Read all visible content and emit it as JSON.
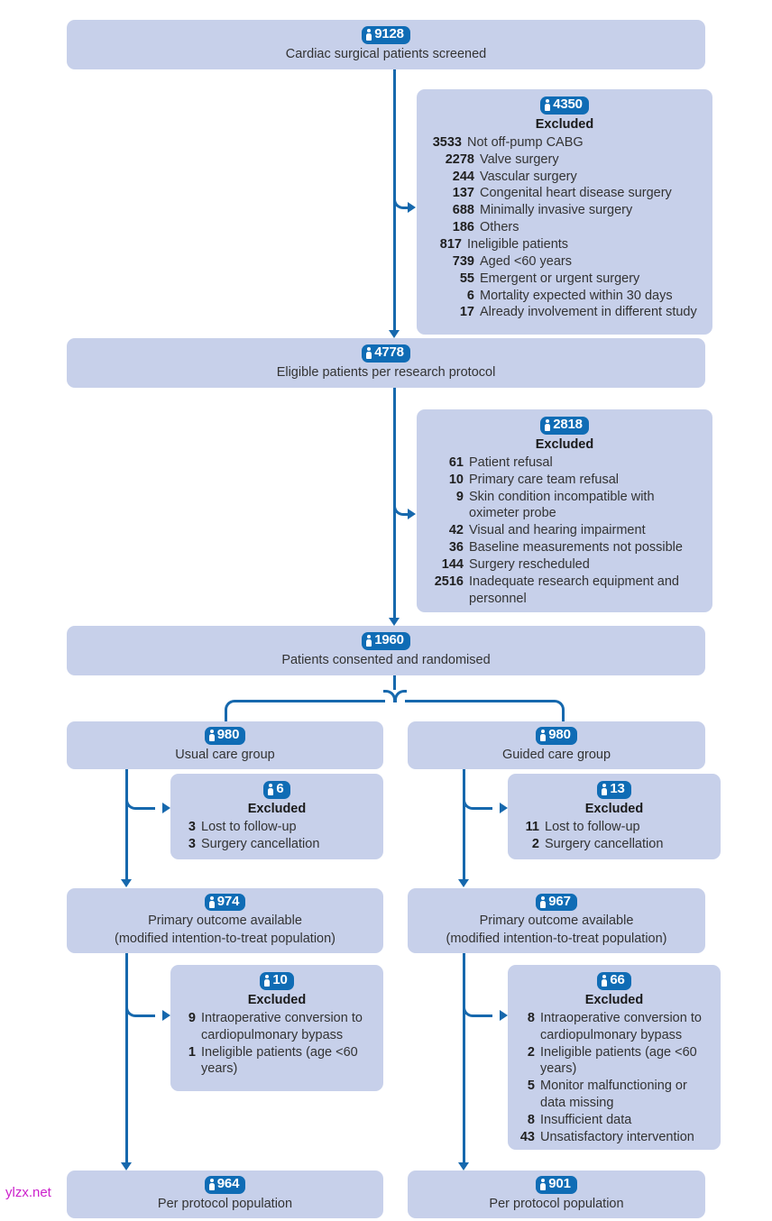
{
  "diagram": {
    "type": "consort-flow-diagram",
    "icon_name": "person-icon",
    "accent_color": "#0f6cb5",
    "connector_color": "#1668ad",
    "box_fill": "#c7d0ea",
    "text_color": "#333333",
    "excluded_label": "Excluded"
  },
  "nodes": {
    "screened": {
      "count": "9128",
      "title": "Cardiac surgical patients screened"
    },
    "eligible": {
      "count": "4778",
      "title": "Eligible patients per research protocol"
    },
    "randomised": {
      "count": "1960",
      "title": "Patients consented and randomised"
    },
    "usual_group": {
      "count": "980",
      "title": "Usual care group"
    },
    "guided_group": {
      "count": "980",
      "title": "Guided care group"
    },
    "usual_primary": {
      "count": "974",
      "title": "Primary outcome available\n(modified intention-to-treat population)"
    },
    "guided_primary": {
      "count": "967",
      "title": "Primary outcome available\n(modified intention-to-treat population)"
    },
    "usual_perprotocol": {
      "count": "964",
      "title": "Per protocol population"
    },
    "guided_perprotocol": {
      "count": "901",
      "title": "Per protocol population"
    }
  },
  "excluded": {
    "first": {
      "count": "4350",
      "label": "Excluded",
      "items": [
        {
          "n": "3533",
          "text": "Not off-pump CABG",
          "indent": 0
        },
        {
          "n": "2278",
          "text": "Valve surgery",
          "indent": 1
        },
        {
          "n": "244",
          "text": "Vascular surgery",
          "indent": 1
        },
        {
          "n": "137",
          "text": "Congenital heart disease surgery",
          "indent": 1
        },
        {
          "n": "688",
          "text": "Minimally invasive surgery",
          "indent": 1
        },
        {
          "n": "186",
          "text": "Others",
          "indent": 1
        },
        {
          "n": "817",
          "text": "Ineligible patients",
          "indent": 0
        },
        {
          "n": "739",
          "text": "Aged <60 years",
          "indent": 1
        },
        {
          "n": "55",
          "text": "Emergent or urgent surgery",
          "indent": 1
        },
        {
          "n": "6",
          "text": "Mortality expected within 30 days",
          "indent": 1
        },
        {
          "n": "17",
          "text": "Already involvement in different study",
          "indent": 1
        }
      ]
    },
    "second": {
      "count": "2818",
      "label": "Excluded",
      "items": [
        {
          "n": "61",
          "text": "Patient refusal"
        },
        {
          "n": "10",
          "text": "Primary care team refusal"
        },
        {
          "n": "9",
          "text": "Skin condition incompatible with oximeter probe"
        },
        {
          "n": "42",
          "text": "Visual and hearing impairment"
        },
        {
          "n": "36",
          "text": "Baseline measurements not possible"
        },
        {
          "n": "144",
          "text": "Surgery rescheduled"
        },
        {
          "n": "2516",
          "text": "Inadequate research equipment and personnel"
        }
      ]
    },
    "usual_followup": {
      "count": "6",
      "label": "Excluded",
      "items": [
        {
          "n": "3",
          "text": "Lost to follow-up"
        },
        {
          "n": "3",
          "text": "Surgery cancellation"
        }
      ]
    },
    "guided_followup": {
      "count": "13",
      "label": "Excluded",
      "items": [
        {
          "n": "11",
          "text": "Lost to follow-up"
        },
        {
          "n": "2",
          "text": "Surgery cancellation"
        }
      ]
    },
    "usual_protocol": {
      "count": "10",
      "label": "Excluded",
      "items": [
        {
          "n": "9",
          "text": "Intraoperative conversion to cardiopulmonary bypass"
        },
        {
          "n": "1",
          "text": "Ineligible patients (age <60 years)"
        }
      ]
    },
    "guided_protocol": {
      "count": "66",
      "label": "Excluded",
      "items": [
        {
          "n": "8",
          "text": "Intraoperative conversion to cardiopulmonary bypass"
        },
        {
          "n": "2",
          "text": "Ineligible patients (age <60 years)"
        },
        {
          "n": "5",
          "text": "Monitor malfunctioning or data missing"
        },
        {
          "n": "8",
          "text": "Insufficient data"
        },
        {
          "n": "43",
          "text": "Unsatisfactory intervention"
        }
      ]
    }
  },
  "watermark": {
    "text": "ylzx.net"
  }
}
